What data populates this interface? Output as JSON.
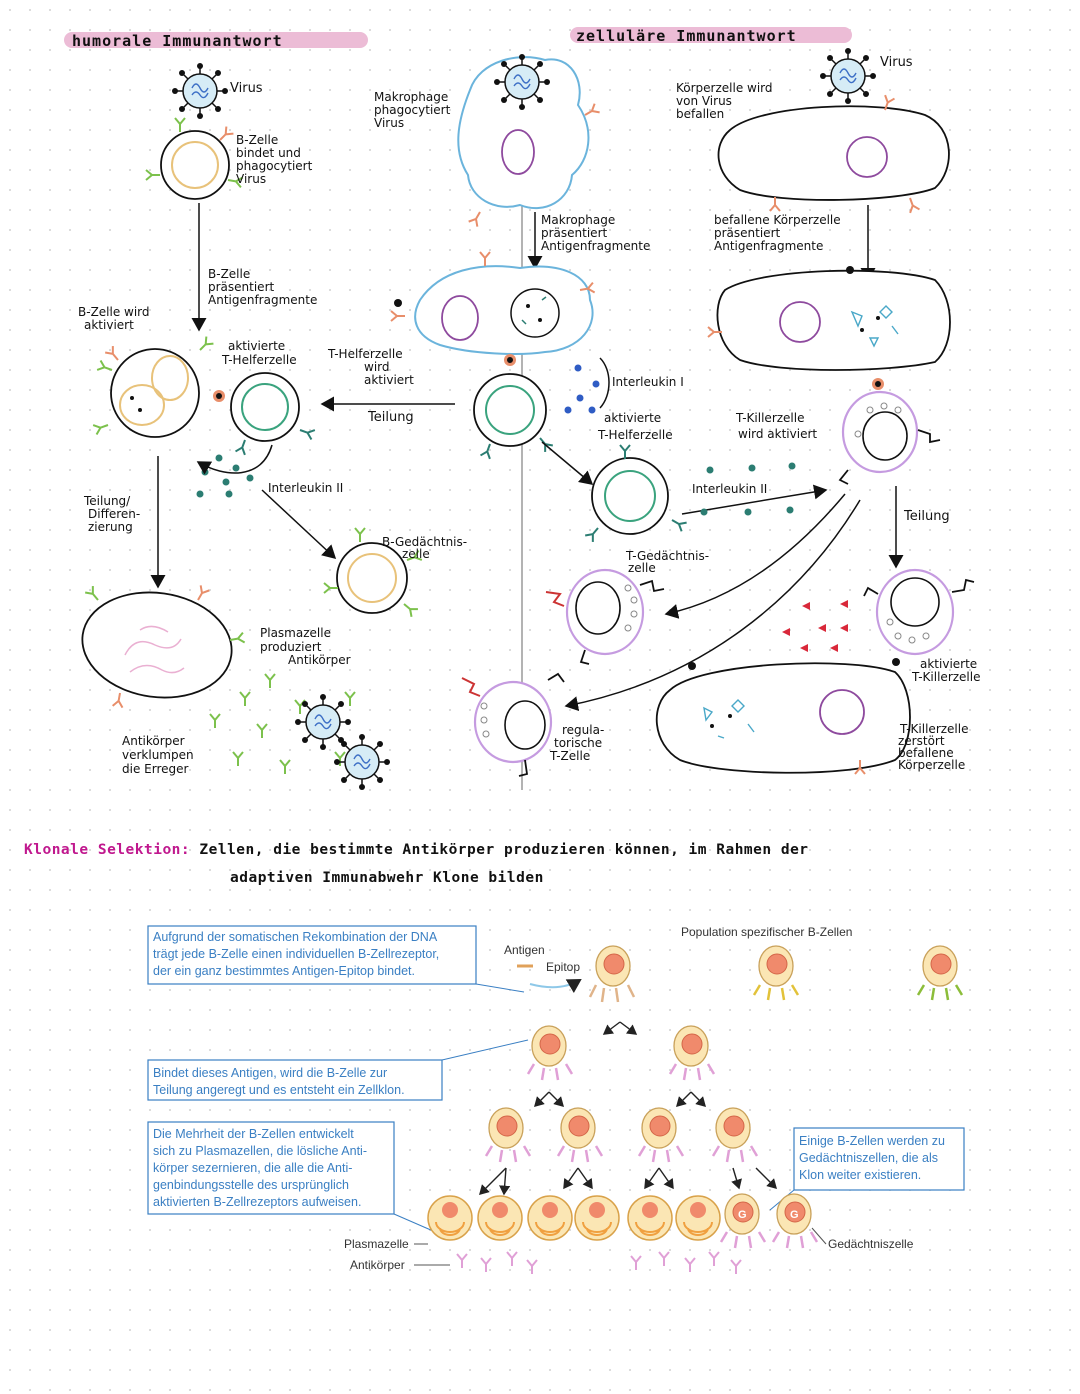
{
  "humoral": {
    "title": "humorale Immunantwort",
    "virus": "Virus",
    "bzelle_bindet": [
      "B-Zelle",
      "bindet und",
      "phagocytiert",
      "Virus"
    ],
    "bzelle_praesentiert": [
      "B-Zelle",
      "präsentiert",
      "Antigenfragmente"
    ],
    "bzelle_aktiviert": [
      "B-Zelle wird",
      "aktiviert"
    ],
    "aktivierte_th": [
      "aktivierte",
      "T-Helferzelle"
    ],
    "teilung_diff": [
      "Teilung/",
      "Differen-",
      "zierung"
    ],
    "interleukin2": "Interleukin II",
    "b_gedaechtnis": [
      "B-Gedächtnis-",
      "zelle"
    ],
    "plasmazelle": [
      "Plasmazelle",
      "produziert",
      "Antikörper"
    ],
    "antikoerper_verklumpen": [
      "Antikörper",
      "verklumpen",
      "die Erreger"
    ]
  },
  "zellulaer": {
    "title": "zelluläre Immunantwort",
    "makrophage_phago": [
      "Makrophage",
      "phagocytiert",
      "Virus"
    ],
    "makrophage_praes": [
      "Makrophage",
      "präsentiert",
      "Antigenfragmente"
    ],
    "th_wird_aktiviert": [
      "T-Helferzelle",
      "wird",
      "aktiviert"
    ],
    "teilung": "Teilung",
    "interleukin1": "Interleukin I",
    "aktivierte_th": [
      "aktivierte",
      "T-Helferzelle"
    ],
    "interleukin2": "Interleukin II",
    "t_gedaechtnis": [
      "T-Gedächtnis-",
      "zelle"
    ],
    "regulatorische": [
      "regula-",
      "torische",
      "T-Zelle"
    ],
    "virus": "Virus",
    "koerperzelle_befallen": [
      "Körperzelle wird",
      "von Virus",
      "befallen"
    ],
    "befallene_praes": [
      "befallene Körperzelle",
      "präsentiert",
      "Antigenfragmente"
    ],
    "tkiller_aktiviert": [
      "T-Killerzelle",
      "wird aktiviert"
    ],
    "teilung_right": "Teilung",
    "aktivierte_tkiller": [
      "aktivierte",
      "T-Killerzelle"
    ],
    "tkiller_zerstoert": [
      "T-Killerzelle",
      "zerstört",
      "befallene",
      "Körperzelle"
    ]
  },
  "klonale": {
    "label": "Klonale Selektion:",
    "text1": "Zellen, die bestimmte Antikörper produzieren können, im Rahmen der",
    "text2": "adaptiven Immunabwehr Klone bilden"
  },
  "figure": {
    "box1": [
      "Aufgrund der somatischen Rekombination der DNA",
      "trägt jede B-Zelle einen individuellen B-Zellrezeptor,",
      "der ein ganz bestimmtes Antigen-Epitop bindet."
    ],
    "box2": [
      "Bindet dieses Antigen, wird die B-Zelle zur",
      "Teilung angeregt und es entsteht ein Zellklon."
    ],
    "box3": [
      "Die Mehrheit der B-Zellen entwickelt",
      "sich zu Plasmazellen, die lösliche Anti-",
      "körper sezernieren, die alle die Anti-",
      "genbindungsstelle des ursprünglich",
      "aktivierten B-Zellrezeptors aufweisen."
    ],
    "box4": [
      "Einige B-Zellen werden zu",
      "Gedächtniszellen, die als",
      "Klon weiter existieren."
    ],
    "antigen": "Antigen",
    "epitop": "Epitop",
    "population": "Population spezifischer B-Zellen",
    "plasmazelle": "Plasmazelle",
    "antikoerper": "Antikörper",
    "gedaechtniszelle": "Gedächtniszelle",
    "g_mark": "G"
  },
  "colors": {
    "title_highlight": "#ecbcd6",
    "klonal_pink": "#c0188e",
    "bcell_yellow": "#f2d28c",
    "thelper_green": "#3aa37e",
    "macrophage_blue": "#6bb4dc",
    "tkiller_purple": "#c59be0",
    "receptor_orange": "#e88e6a",
    "interleukin_teal": "#2b7d72",
    "interleukin_blue": "#2f5cc4",
    "fragment_red": "#d9283a",
    "book_blue": "#3a7fc3"
  }
}
